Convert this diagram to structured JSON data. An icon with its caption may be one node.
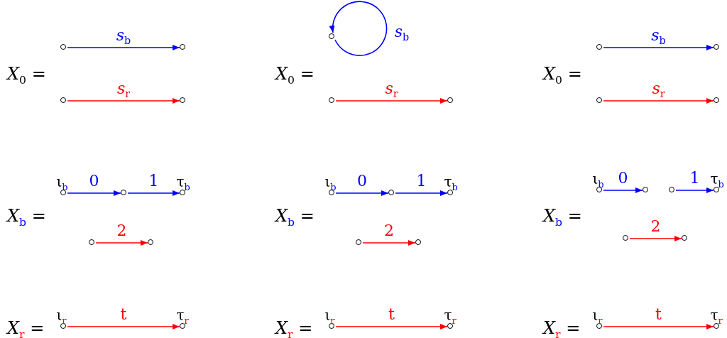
{
  "diagram": {
    "nodes": [
      {
        "text": [],
        "shape": "circle"
      },
      {
        "text": [],
        "shape": "circle"
      },
      {
        "text": [],
        "shape": "circle"
      },
      {
        "text": [],
        "shape": "circle"
      },
      {
        "text": [],
        "shape": "circle"
      },
      {
        "text": [],
        "shape": "circle"
      },
      {
        "text": [],
        "shape": "circle"
      },
      {
        "text": [],
        "shape": "circle"
      },
      {
        "text": [],
        "shape": "circle"
      },
      {
        "text": [],
        "shape": "circle"
      },
      {
        "text": [],
        "shape": "circle"
      },
      {
        "text": [],
        "shape": "circle",
        "beside": [
          "ι$_{b}$"
        ]
      },
      {
        "text": [],
        "shape": "circle"
      },
      {
        "text": [],
        "shape": "circle",
        "beside": [
          "τ$_{b}$"
        ]
      },
      {
        "text": [],
        "shape": "circle"
      },
      {
        "text": [],
        "shape": "circle"
      },
      {
        "text": [],
        "shape": "circle",
        "beside": [
          "ι$_{b}$"
        ]
      },
      {
        "text": [],
        "shape": "circle"
      },
      {
        "text": [],
        "shape": "circle",
        "beside": [
          "τ$_{b}$"
        ]
      },
      {
        "text": [],
        "shape": "circle"
      },
      {
        "text": [],
        "shape": "circle"
      },
      {
        "text": [],
        "shape": "circle",
        "beside": [
          "ι$_{b}$"
        ]
      },
      {
        "text": [],
        "shape": "circle"
      },
      {
        "text": [],
        "shape": "circle"
      },
      {
        "text": [],
        "shape": "circle",
        "beside": [
          "τ$_{b}$"
        ]
      },
      {
        "text": [],
        "shape": "circle"
      },
      {
        "text": [],
        "shape": "circle"
      },
      {
        "text": [],
        "shape": "circle",
        "beside": [
          "ι$_{r}$"
        ]
      },
      {
        "text": [],
        "shape": "circle",
        "beside": [
          "τ$_{r}$"
        ]
      },
      {
        "text": [],
        "shape": "circle",
        "beside": [
          "ι$_{r}$"
        ]
      },
      {
        "text": [],
        "shape": "circle",
        "beside": [
          "τ$_{r}$"
        ]
      },
      {
        "text": [],
        "shape": "circle",
        "beside": [
          "ι$_{r}$"
        ]
      },
      {
        "text": [],
        "shape": "circle",
        "beside": [
          "τ$_{r}$"
        ]
      }
    ],
    "edges": [
      {
        "from": 0,
        "to": 1,
        "arrow": "to",
        "label": "*s*$_{b}$",
        "color": "#0000ff"
      },
      {
        "from": 2,
        "to": 3,
        "arrow": "to",
        "label": "*s*$_{r}$",
        "color": "#ff0000"
      },
      {
        "from": 4,
        "to": 4,
        "arrow": "to",
        "label": "*s*$_{b}$",
        "color": "#0000ff"
      },
      {
        "from": 5,
        "to": 6,
        "arrow": "to",
        "label": "*s*$_{r}$",
        "color": "#ff0000"
      },
      {
        "from": 7,
        "to": 8,
        "arrow": "to",
        "label": "*s*$_{b}$",
        "color": "#0000ff"
      },
      {
        "from": 9,
        "to": 10,
        "arrow": "to",
        "label": "*s*$_{r}$",
        "color": "#ff0000"
      },
      {
        "from": 11,
        "to": 12,
        "arrow": "to",
        "label": "0",
        "color": "#0000ff"
      },
      {
        "from": 12,
        "to": 13,
        "arrow": "to",
        "label": "1",
        "color": "#0000ff"
      },
      {
        "from": 14,
        "to": 15,
        "arrow": "to",
        "label": "2",
        "color": "#ff0000"
      },
      {
        "from": 16,
        "to": 17,
        "arrow": "to",
        "label": "0",
        "color": "#0000ff"
      },
      {
        "from": 17,
        "to": 18,
        "arrow": "to",
        "label": "1",
        "color": "#0000ff"
      },
      {
        "from": 19,
        "to": 20,
        "arrow": "to",
        "label": "2",
        "color": "#ff0000"
      },
      {
        "from": 21,
        "to": 22,
        "arrow": "to",
        "label": "0",
        "color": "#0000ff"
      },
      {
        "from": 23,
        "to": 24,
        "arrow": "to",
        "label": "1",
        "color": "#0000ff"
      },
      {
        "from": 25,
        "to": 26,
        "arrow": "to",
        "label": "2",
        "color": "#ff0000"
      },
      {
        "from": 27,
        "to": 28,
        "arrow": "to",
        "label": "t",
        "color": "#ff0000"
      },
      {
        "from": 29,
        "to": 30,
        "arrow": "to",
        "label": "t",
        "color": "#ff0000"
      },
      {
        "from": 31,
        "to": 32,
        "arrow": "to",
        "label": "t",
        "color": "#ff0000"
      }
    ],
    "labels": [
      "X$_{0}$ =",
      "X$_{0}$ =",
      "X$_{0}$ =",
      "X$_{b}$ =",
      "X$_{b}$ =",
      "X$_{b}$ =",
      "X$_{r}$ =",
      "X$_{r}$ =",
      "X$_{r}$ ="
    ]
  }
}
